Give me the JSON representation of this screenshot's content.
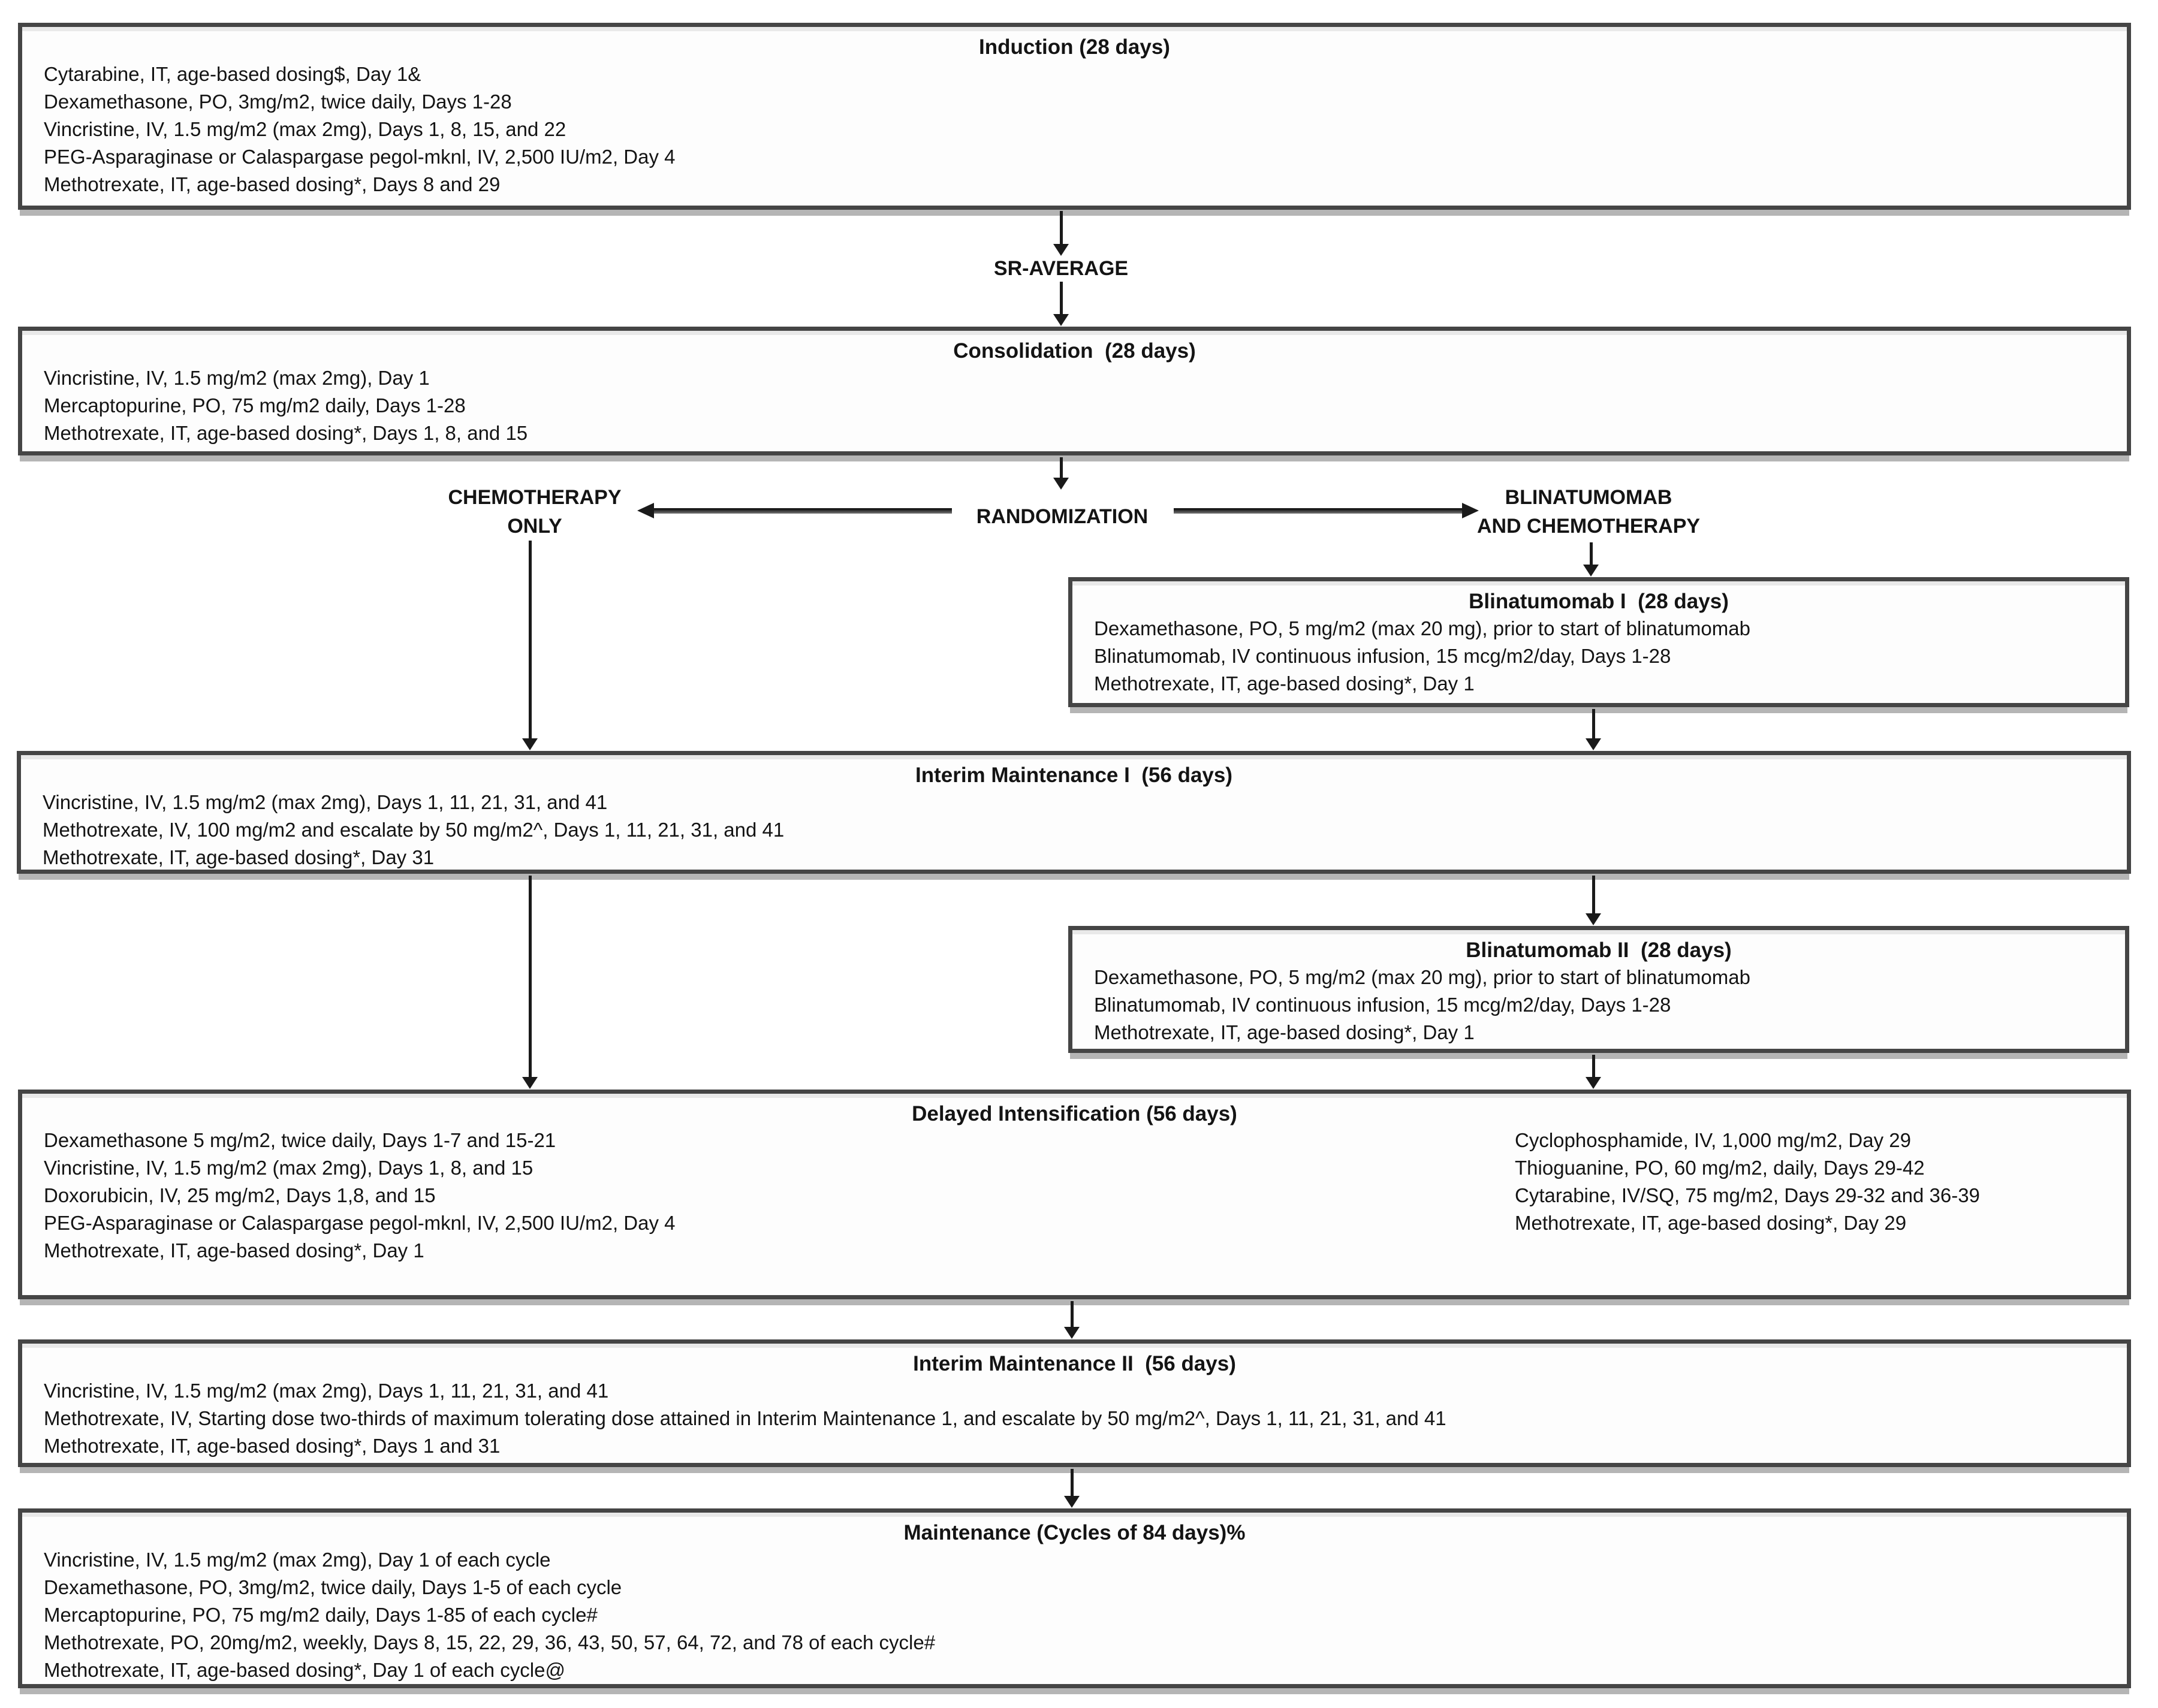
{
  "colors": {
    "page_bg": "#ffffff",
    "box_fill": "#fdfdfd",
    "border": "#454545",
    "shadow": "#b5b5b5",
    "text": "#141414",
    "arrow": "#1a1a1a"
  },
  "labels": {
    "sr_average": "SR-AVERAGE",
    "randomization": "RANDOMIZATION",
    "chemo_only": "CHEMOTHERAPY\nONLY",
    "blina_chemo": "BLINATUMOMAB\nAND CHEMOTHERAPY"
  },
  "stages": [
    {
      "id": "induction",
      "title": "Induction (28 days)",
      "drugs": [
        "Cytarabine, IT, age-based dosing$, Day 1&",
        "Dexamethasone, PO, 3mg/m2, twice daily, Days 1-28",
        "Vincristine, IV, 1.5 mg/m2 (max 2mg), Days 1, 8, 15, and 22",
        "PEG-Asparaginase or Calaspargase pegol-mknl, IV, 2,500 IU/m2, Day 4",
        "Methotrexate, IT, age-based dosing*, Days 8 and 29"
      ]
    },
    {
      "id": "consolidation",
      "title": "Consolidation  (28 days)",
      "drugs": [
        "Vincristine, IV, 1.5 mg/m2 (max 2mg), Day 1",
        "Mercaptopurine, PO, 75 mg/m2 daily, Days 1-28",
        "Methotrexate, IT, age-based dosing*, Days 1, 8, and 15"
      ]
    },
    {
      "id": "blinatumomab-1",
      "title": "Blinatumomab I  (28 days)",
      "drugs": [
        "Dexamethasone, PO, 5 mg/m2 (max 20 mg), prior to start of blinatumomab",
        "Blinatumomab, IV continuous infusion, 15 mcg/m2/day, Days 1-28",
        "Methotrexate, IT, age-based dosing*, Day 1"
      ]
    },
    {
      "id": "interim-maintenance-1",
      "title": "Interim Maintenance I  (56 days)",
      "drugs": [
        "Vincristine, IV, 1.5 mg/m2 (max 2mg), Days 1, 11, 21, 31, and 41",
        "Methotrexate, IV, 100 mg/m2 and escalate by 50 mg/m2^, Days 1, 11, 21, 31, and 41",
        "Methotrexate, IT, age-based dosing*, Day 31"
      ]
    },
    {
      "id": "blinatumomab-2",
      "title": "Blinatumomab II  (28 days)",
      "drugs": [
        "Dexamethasone, PO, 5 mg/m2 (max 20 mg), prior to start of blinatumomab",
        "Blinatumomab, IV continuous infusion, 15 mcg/m2/day, Days 1-28",
        "Methotrexate, IT, age-based dosing*, Day 1"
      ]
    },
    {
      "id": "delayed-intensification",
      "title": "Delayed Intensification (56 days)",
      "left_drugs": [
        "Dexamethasone 5 mg/m2, twice daily, Days 1-7 and 15-21",
        "Vincristine, IV, 1.5 mg/m2 (max 2mg), Days 1, 8, and 15",
        "Doxorubicin, IV, 25 mg/m2, Days 1,8, and 15",
        "PEG-Asparaginase or Calaspargase pegol-mknl, IV, 2,500 IU/m2, Day 4",
        "Methotrexate, IT, age-based dosing*, Day 1"
      ],
      "right_drugs": [
        "Cyclophosphamide, IV, 1,000 mg/m2, Day 29",
        "Thioguanine, PO, 60 mg/m2, daily, Days 29-42",
        "Cytarabine, IV/SQ, 75 mg/m2, Days 29-32 and 36-39",
        "Methotrexate, IT, age-based dosing*, Day 29"
      ]
    },
    {
      "id": "interim-maintenance-2",
      "title": "Interim Maintenance II  (56 days)",
      "drugs": [
        "Vincristine, IV, 1.5 mg/m2 (max 2mg), Days 1, 11, 21, 31, and 41",
        "Methotrexate, IV, Starting dose two-thirds of maximum tolerating dose attained in Interim Maintenance 1, and escalate by 50 mg/m2^, Days 1, 11, 21, 31, and 41",
        "Methotrexate, IT, age-based dosing*, Days 1 and 31"
      ]
    },
    {
      "id": "maintenance",
      "title": "Maintenance (Cycles of 84 days)%",
      "drugs": [
        "Vincristine, IV, 1.5 mg/m2 (max 2mg), Day 1 of each cycle",
        "Dexamethasone, PO, 3mg/m2, twice daily, Days 1-5 of each cycle",
        "Mercaptopurine, PO, 75 mg/m2 daily, Days 1-85 of each cycle#",
        "Methotrexate, PO, 20mg/m2, weekly, Days 8, 15, 22, 29, 36, 43, 50, 57, 64, 72, and 78 of each cycle#",
        "Methotrexate, IT, age-based dosing*, Day 1 of each cycle@"
      ]
    }
  ]
}
